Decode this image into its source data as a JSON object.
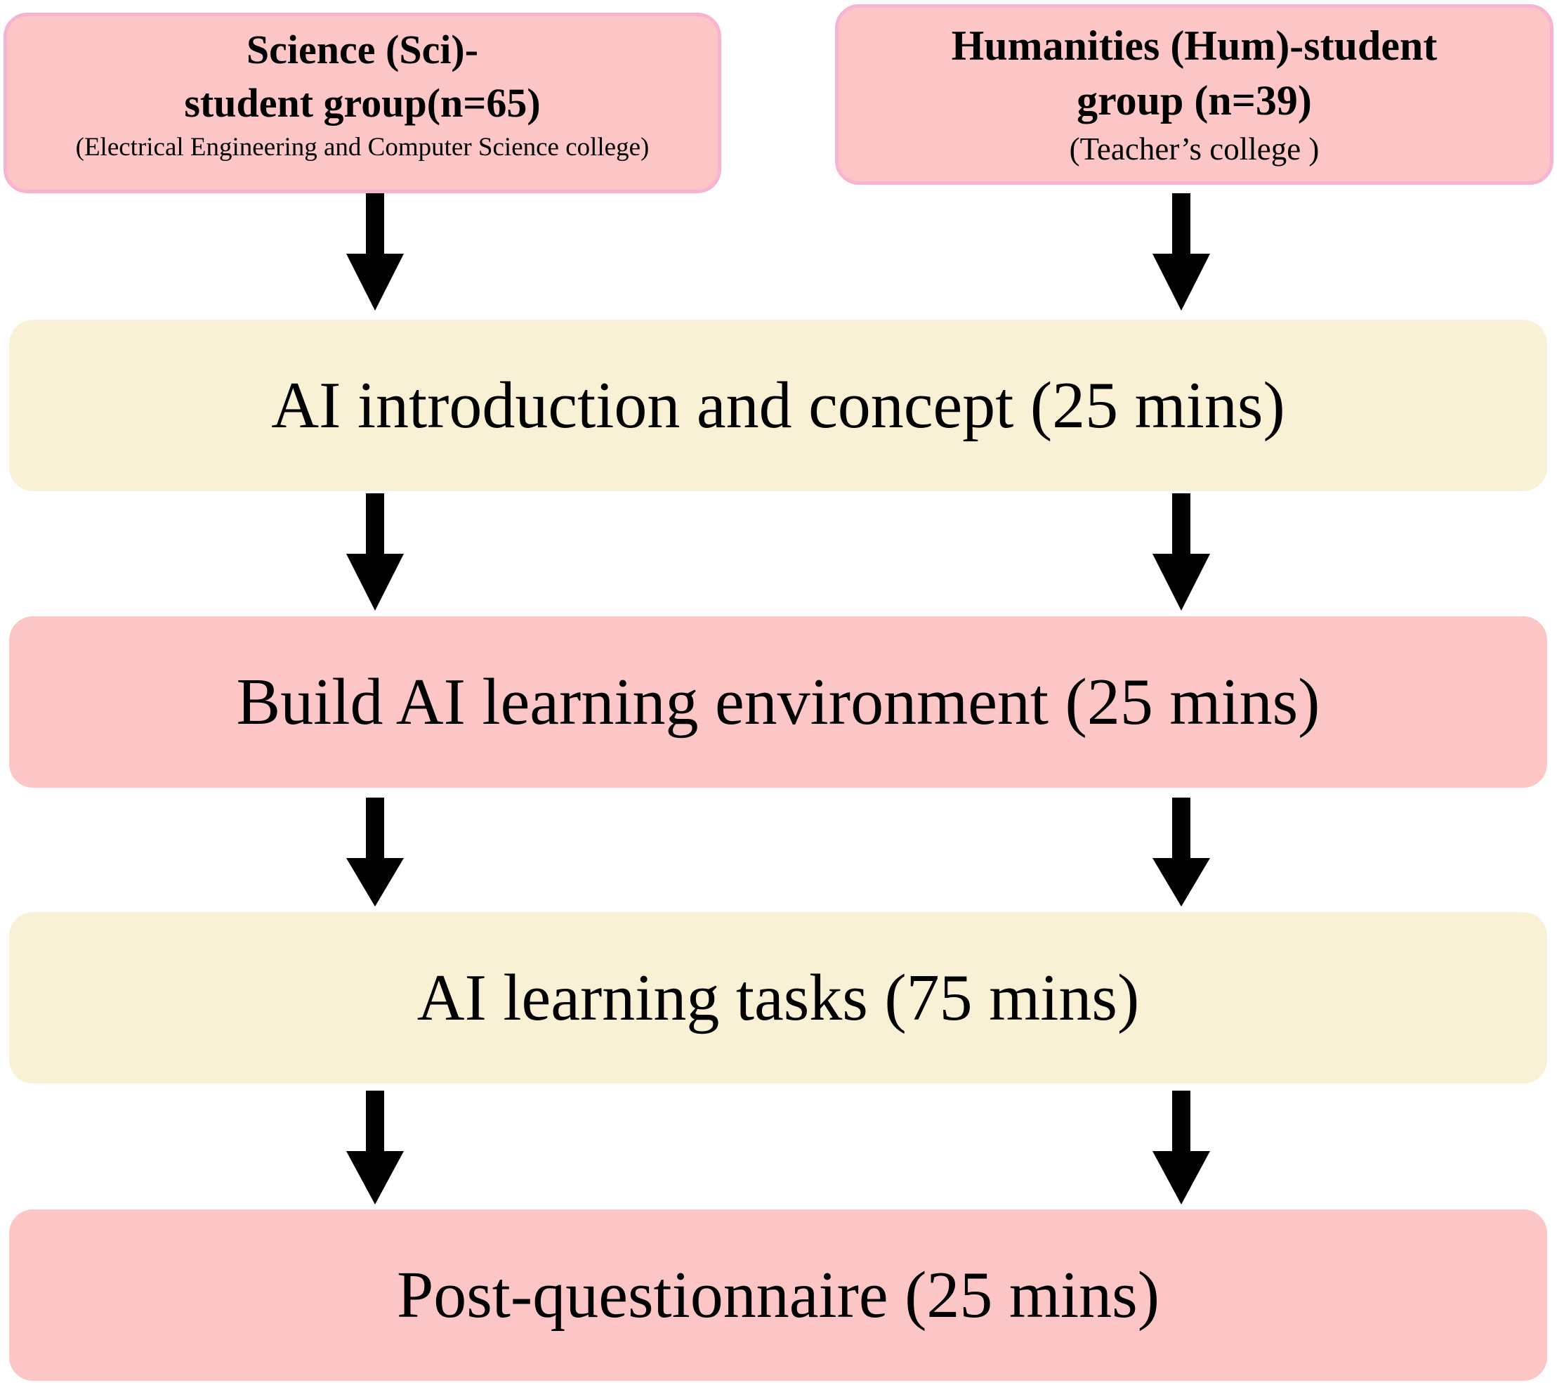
{
  "groups": {
    "sci": {
      "title_line1": "Science (Sci)-",
      "title_line2": "student group(n=65)",
      "subtitle": "(Electrical Engineering and Computer Science college)"
    },
    "hum": {
      "title_line1": "Humanities (Hum)-student",
      "title_line2": "group (n=39)",
      "subtitle": "(Teacher’s college )"
    }
  },
  "steps": [
    {
      "label": "AI introduction and concept (25 mins)"
    },
    {
      "label": "Build AI learning environment (25 mins)"
    },
    {
      "label": "AI learning tasks (75 mins)"
    },
    {
      "label": "Post-questionnaire (25 mins)"
    }
  ],
  "colors": {
    "pink_box": "#fcc6c7",
    "pink_border": "#f7b4d2",
    "cream_box": "#f8f1d6",
    "arrow": "#000000"
  }
}
